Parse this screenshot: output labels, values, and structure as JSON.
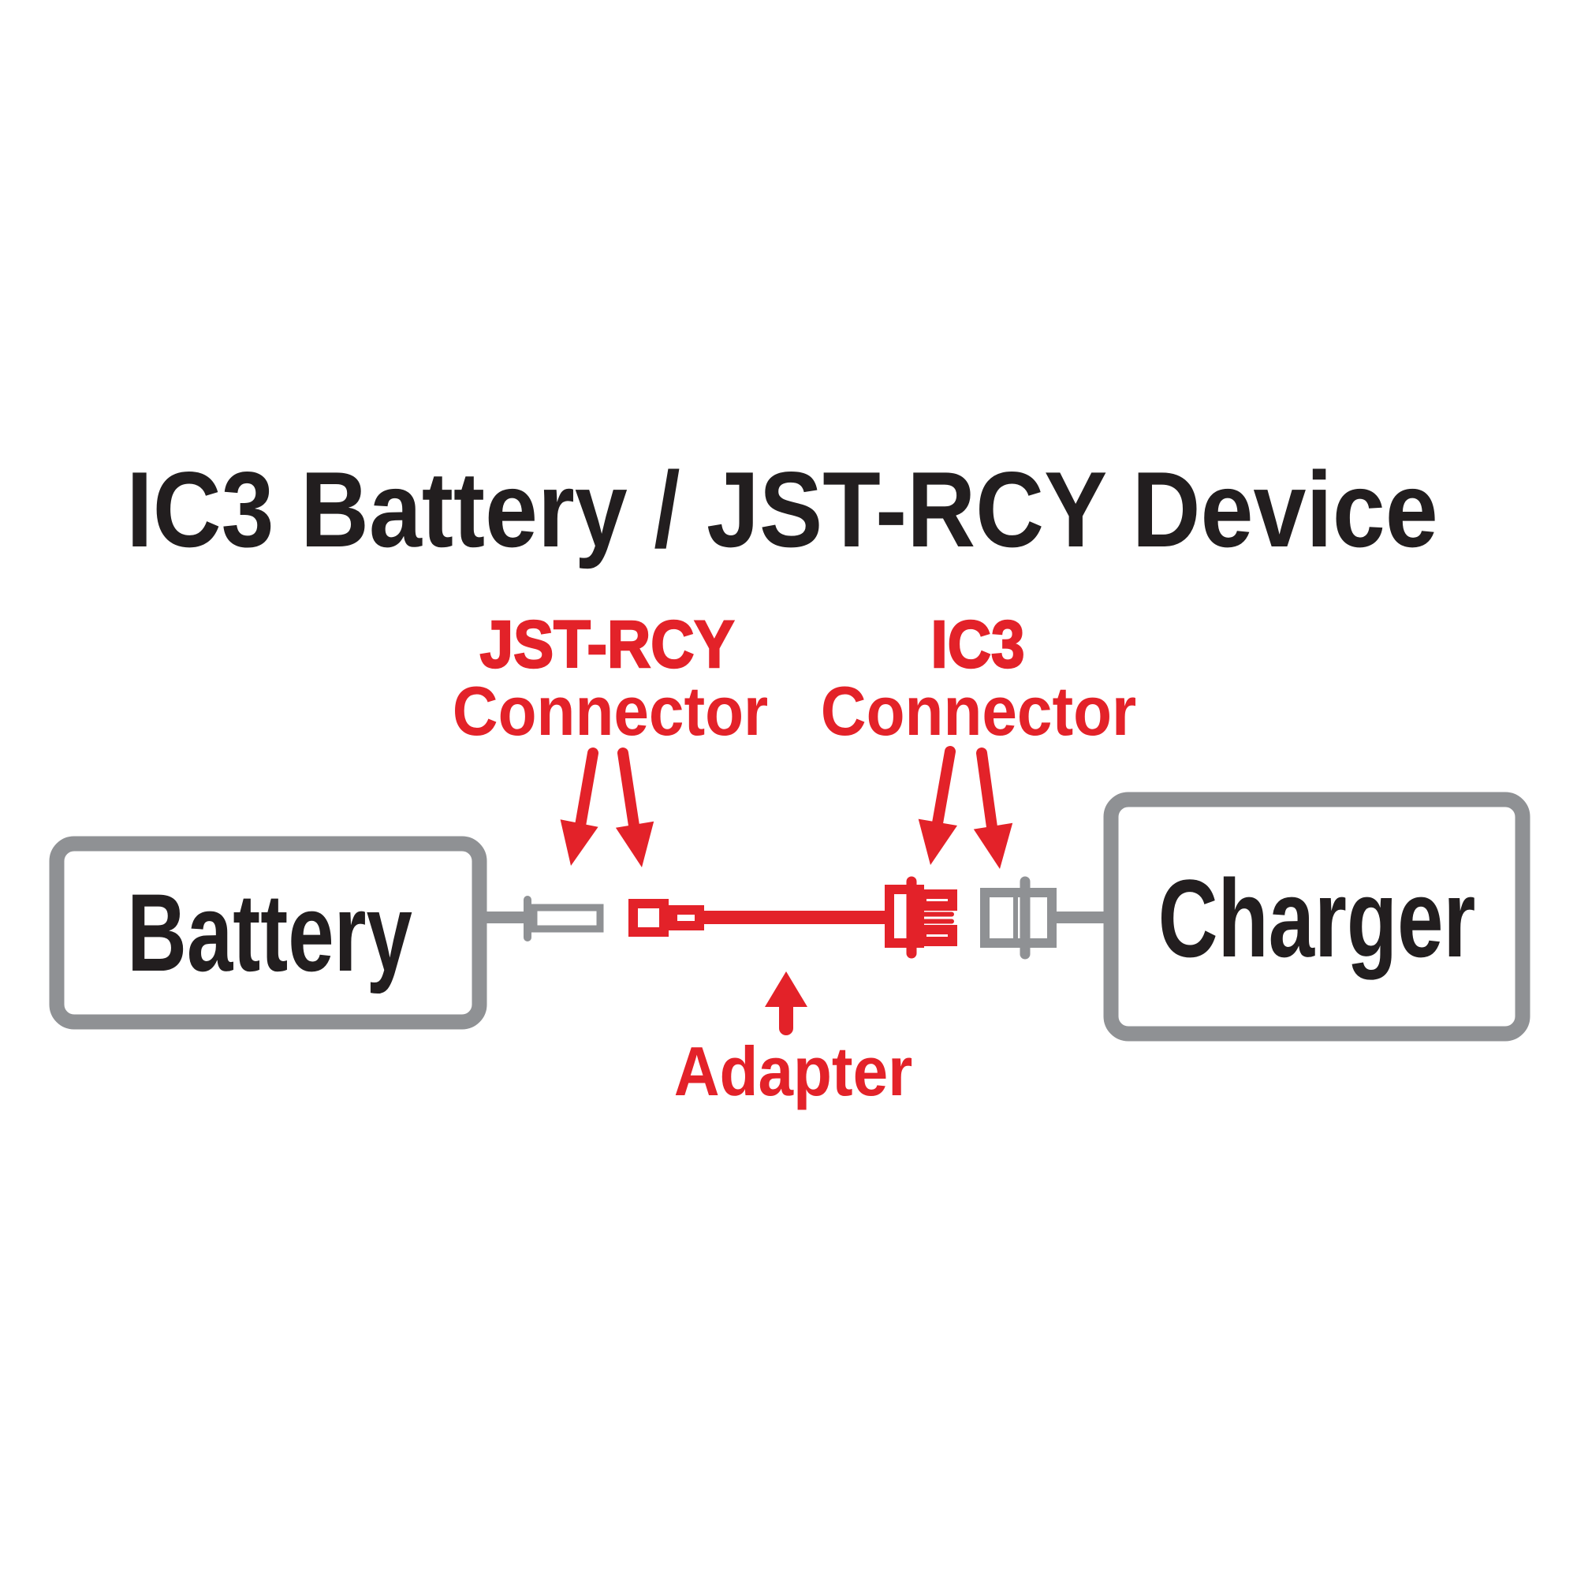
{
  "title": "IC3 Battery / JST-RCY Device",
  "labels": {
    "jst": {
      "line1": "JST-RCY",
      "line2": "Connector"
    },
    "ic3": {
      "line1": "IC3",
      "line2": "Connector"
    },
    "adapter": "Adapter"
  },
  "nodes": {
    "battery": "Battery",
    "charger": "Charger"
  },
  "colors": {
    "red": "#e32229",
    "gray": "#8f9194",
    "dark": "#221e1f",
    "bg": "#ffffff"
  }
}
